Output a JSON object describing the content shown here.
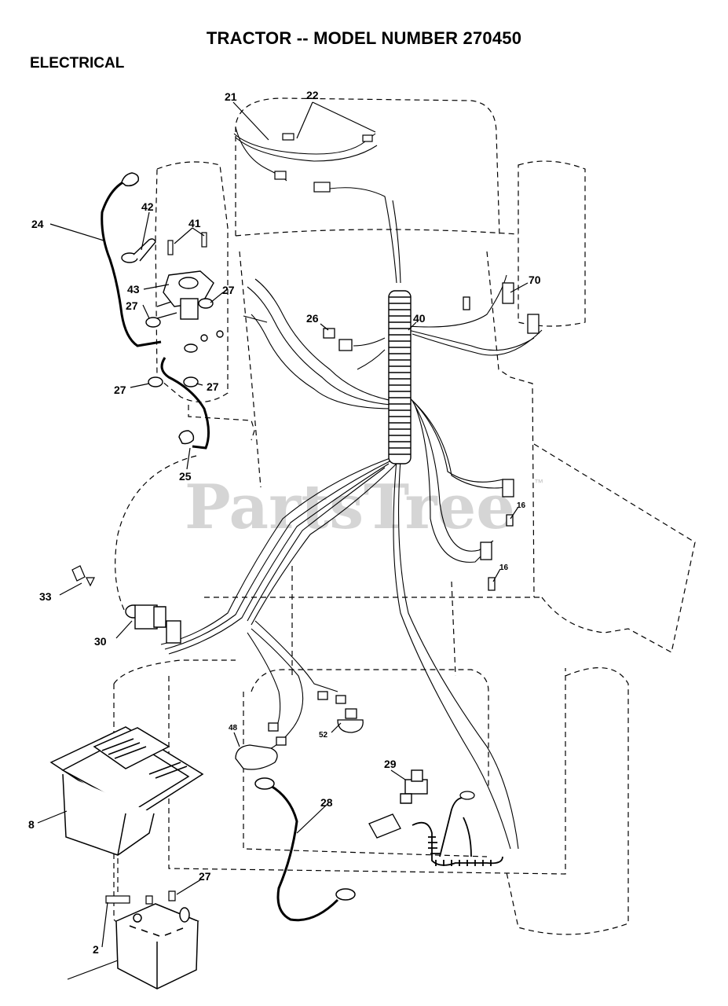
{
  "title": "TRACTOR -- MODEL NUMBER 270450",
  "subtitle": "ELECTRICAL",
  "watermark": {
    "text": "PartsTree",
    "tm": "™"
  },
  "callouts": {
    "c21": "21",
    "c22": "22",
    "c24": "24",
    "c42": "42",
    "c41": "41",
    "c43": "43",
    "c27a": "27",
    "c27b": "27",
    "c27c": "27",
    "c27d": "27",
    "c27e": "27",
    "c26": "26",
    "c40": "40",
    "c70": "70",
    "c25": "25",
    "c16a": "16",
    "c16b": "16",
    "c33": "33",
    "c30": "30",
    "c48": "48",
    "c52": "52",
    "c29": "29",
    "c28": "28",
    "c8": "8",
    "c2": "2"
  }
}
